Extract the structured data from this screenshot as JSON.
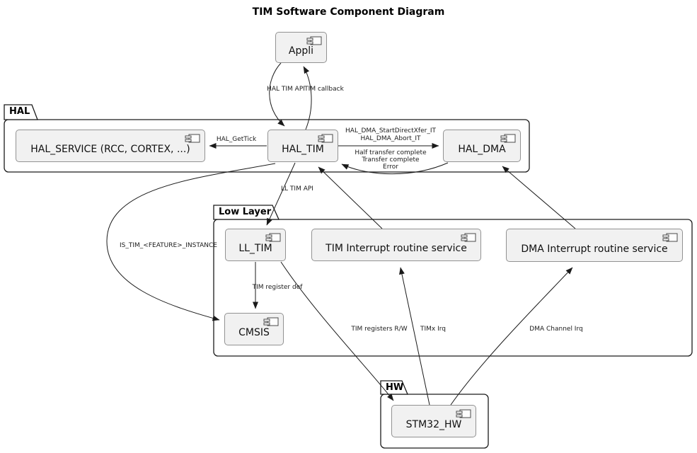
{
  "title": "TIM Software Component Diagram",
  "packages": {
    "hal": {
      "label": "HAL"
    },
    "low_layer": {
      "label": "Low Layer"
    },
    "hw": {
      "label": "HW"
    }
  },
  "components": {
    "appli": {
      "label": "Appli"
    },
    "hal_service": {
      "label": "HAL_SERVICE (RCC, CORTEX, ...)"
    },
    "hal_tim": {
      "label": "HAL_TIM"
    },
    "hal_dma": {
      "label": "HAL_DMA"
    },
    "ll_tim": {
      "label": "LL_TIM"
    },
    "tim_irq": {
      "label": "TIM Interrupt routine service"
    },
    "dma_irq": {
      "label": "DMA Interrupt routine service"
    },
    "cmsis": {
      "label": "CMSIS"
    },
    "stm32_hw": {
      "label": "STM32_HW"
    }
  },
  "edges": [
    {
      "from": "Appli",
      "to": "HAL_TIM",
      "label": "HAL TIM API"
    },
    {
      "from": "HAL_TIM",
      "to": "Appli",
      "label": "TIM callback"
    },
    {
      "from": "HAL_TIM",
      "to": "HAL_SERVICE (RCC, CORTEX, ...)",
      "label": "HAL_GetTick"
    },
    {
      "from": "HAL_TIM",
      "to": "HAL_DMA",
      "labels": [
        "HAL_DMA_StartDirectXfer_IT",
        "HAL_DMA_Abort_IT"
      ]
    },
    {
      "from": "HAL_DMA",
      "to": "HAL_TIM",
      "labels": [
        "Half transfer complete",
        "Transfer complete",
        "Error"
      ]
    },
    {
      "from": "HAL_TIM",
      "to": "LL_TIM",
      "label": "LL TIM API"
    },
    {
      "from": "TIM Interrupt routine service",
      "to": "HAL_TIM",
      "label": ""
    },
    {
      "from": "DMA Interrupt routine service",
      "to": "HAL_DMA",
      "label": ""
    },
    {
      "from": "HAL_TIM",
      "to": "CMSIS",
      "label": "IS_TIM_<FEATURE>_INSTANCE"
    },
    {
      "from": "LL_TIM",
      "to": "CMSIS",
      "label": "TIM register def"
    },
    {
      "from": "LL_TIM",
      "to": "STM32_HW",
      "label": "TIM registers R/W"
    },
    {
      "from": "STM32_HW",
      "to": "TIM Interrupt routine service",
      "label": "TIMx Irq"
    },
    {
      "from": "STM32_HW",
      "to": "DMA Interrupt routine service",
      "label": "DMA Channel Irq"
    }
  ],
  "colors": {
    "background": "#ffffff",
    "component_fill": "#f1f1f1",
    "component_border": "#929292",
    "package_border": "#1a1a1a",
    "line": "#1a1a1a",
    "text": "#000000"
  }
}
